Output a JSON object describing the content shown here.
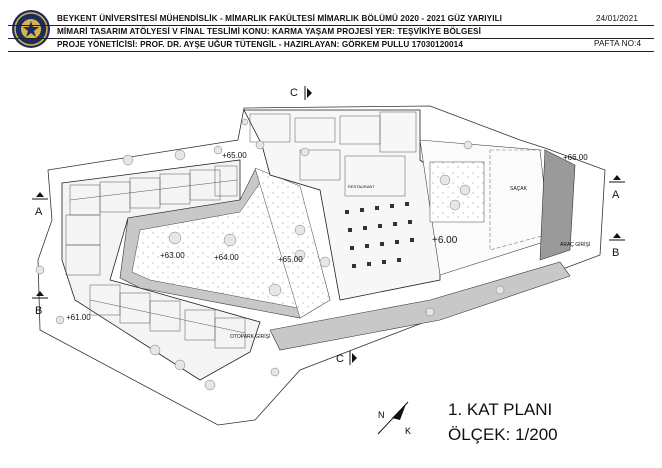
{
  "header": {
    "line1": "BEYKENT ÜNİVERSİTESİ MÜHENDİSLİK - MİMARLIK FAKÜLTESİ MİMARLIK BÖLÜMÜ 2020 - 2021 GÜZ YARIYILI",
    "line2": "MİMARİ TASARIM ATÖLYESİ V FİNAL TESLİMİ KONU: KARMA YAŞAM PROJESİ   YER: TEŞVİKİYE BÖLGESİ",
    "line3": "PROJE YÖNETİCİSİ: PROF. DR. AYŞE UĞUR TÜTENGİL  -  HAZIRLAYAN: GÖRKEM PULLU 17030120014",
    "date": "24/01/2021",
    "sheet_no": "PAFTA NO:4"
  },
  "title_block": {
    "plan_title": "1. KAT PLANI",
    "scale": "ÖLÇEK: 1/200"
  },
  "north_arrow": {
    "n_label": "N",
    "k_label": "K"
  },
  "section_markers": {
    "a_left": "A",
    "a_right": "A",
    "b_left": "B",
    "b_right": "B",
    "c_top": "C",
    "c_bottom": "C"
  },
  "levels": {
    "l65_top": "+65.00",
    "l63": "+63.00",
    "l64": "+64.00",
    "l65_mid": "+65.00",
    "l6": "+6.00",
    "l66": "+66.00",
    "l61": "+61.00"
  },
  "annotations": {
    "sacak": "SAÇAK",
    "arac_girisi": "ARAÇ GİRİŞİ",
    "otopark_girisi": "OTOPARK GİRİŞİ",
    "restoran": "RESTAURANT"
  }
}
